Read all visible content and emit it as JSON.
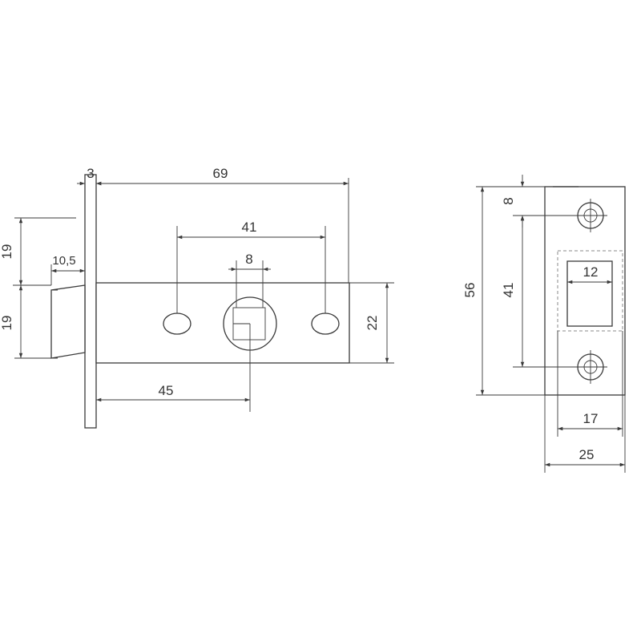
{
  "dimensions": {
    "plate_thickness": "3",
    "total_length": "69",
    "upper_height": "19",
    "lower_height": "19",
    "bolt_length": "10,5",
    "hole_spacing": "41",
    "spindle_size": "8",
    "backset": "45",
    "body_height": "22",
    "strike_height": "56",
    "strike_hole_spacing": "41",
    "strike_hole_offset": "8",
    "strike_opening": "12",
    "strike_inner_width": "17",
    "strike_width": "25"
  }
}
